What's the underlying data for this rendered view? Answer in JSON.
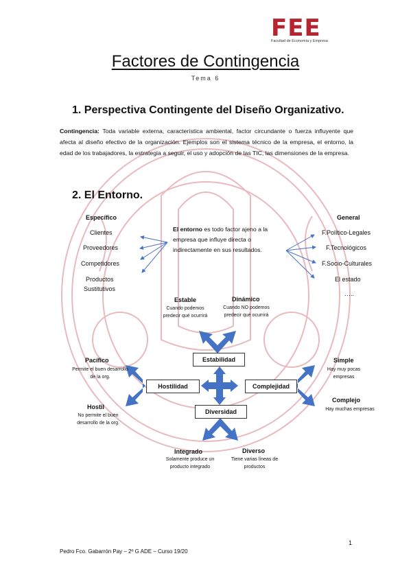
{
  "logo": {
    "text": "FEE",
    "subtitle": "Facultad de Economía y Empresa"
  },
  "header": {
    "title": "Factores de Contingencia",
    "subtitle": "Tema 6"
  },
  "section1": {
    "heading": "1. Perspectiva Contingente del Diseño Organizativo.",
    "term": "Contingencia:",
    "text": " Toda variable externa, característica ambiental, factor circundante o fuerza influyente que afecta al diseño efectivo de la organización. Ejemplos son el sistema técnico de la empresa, el entorno, la edad de los trabajadores, la estrategia a seguir, el uso y adopción de las TIC, las dimensiones de la empresa."
  },
  "section2": {
    "heading": "2. El Entorno.",
    "specific": {
      "title": "Específico",
      "items": [
        "Clientes",
        "Proveedores",
        "Competidores",
        "Productos",
        "Sustitutivos"
      ]
    },
    "general": {
      "title": "General",
      "items": [
        "F.Político-Legales",
        "F.Tecnológicos",
        "F.Socio-Culturales",
        "El estado",
        "….."
      ]
    },
    "definition": {
      "term": "El entorno",
      "text": " es todo factor ajeno a la empresa que influye directa o indirectamente en sus resultados."
    }
  },
  "diagram": {
    "boxes": {
      "estabilidad": "Estabilidad",
      "hostilidad": "Hostilidad",
      "complejidad": "Complejidad",
      "diversidad": "Diversidad"
    },
    "estable": {
      "title": "Estable",
      "desc": "Cuando podemos predecir qué ocurrirá"
    },
    "dinamico": {
      "title": "Dinámico",
      "desc": "Cuando NO podemos predecir qué ocurrirá"
    },
    "pacifico": {
      "title": "Pacífico",
      "desc": "Permite el buen desarrollo de la org."
    },
    "hostil": {
      "title": "Hostil",
      "desc": "No permite el buen desarrollo de la org."
    },
    "simple": {
      "title": "Simple",
      "desc": "Hay muy pocas empresas"
    },
    "complejo": {
      "title": "Complejo",
      "desc": "Hay muchas empresas"
    },
    "integrado": {
      "title": "Integrado",
      "desc": "Solamente produce un producto integrado"
    },
    "diverso": {
      "title": "Diverso",
      "desc": "Tiene varias líneas de productos"
    }
  },
  "footer": {
    "author": "Pedro Fco. Gabarrón Pay – 2º G ADE – Curso 19/20",
    "page": "1"
  },
  "colors": {
    "brand_red": "#b3262f",
    "arrow_blue": "#4472c4",
    "seal_red": "#e8b9bd"
  }
}
